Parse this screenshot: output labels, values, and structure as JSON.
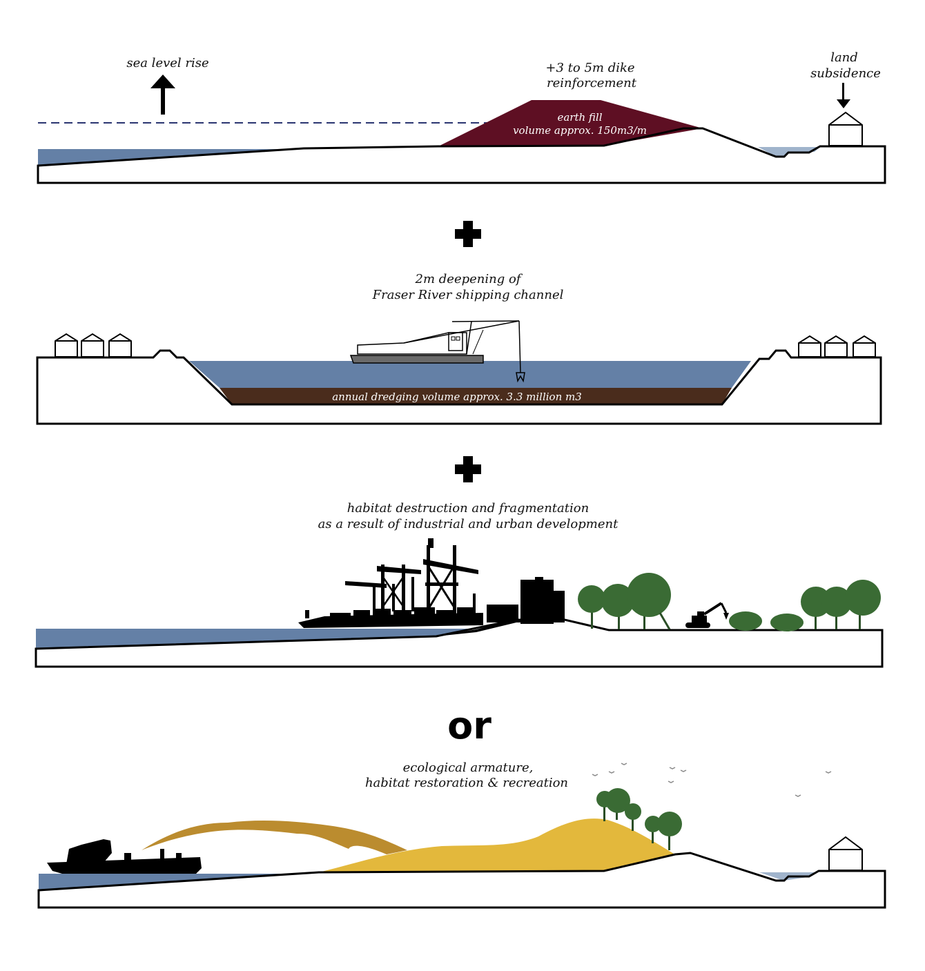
{
  "colors": {
    "water": "#6480a6",
    "water_light": "#a0b4cc",
    "dike_fill": "#5e0f23",
    "sediment": "#4a2c1c",
    "sand": "#e3b83c",
    "sand_spray": "#bb8c2f",
    "tree": "#3a6b34",
    "silhouette": "#000000",
    "dash": "#2a3470"
  },
  "panel1": {
    "sea_level_label": "sea level rise",
    "dike_label_line1": "+3 to 5m dike",
    "dike_label_line2": "reinforcement",
    "fill_label_line1": "earth fill",
    "fill_label_line2": "volume approx. 150m3/m",
    "subsidence_line1": "land",
    "subsidence_line2": "subsidence",
    "icons": [
      "arrow-up-icon",
      "arrow-down-icon",
      "house-icon"
    ]
  },
  "plus_symbol_1": "+",
  "panel2": {
    "title_line1": "2m deepening of",
    "title_line2": "Fraser River shipping channel",
    "dredge_label": "annual dredging volume approx. 3.3 million m3",
    "icons": [
      "dredge-crane-icon",
      "house-icon"
    ]
  },
  "plus_symbol_2": "+",
  "panel3": {
    "title_line1": "habitat destruction and fragmentation",
    "title_line2": "as a result of industrial and urban development",
    "icons": [
      "container-crane-icon",
      "cargo-ship-icon",
      "tree-icon",
      "excavator-icon"
    ]
  },
  "or_label": "or",
  "panel4": {
    "title_line1": "ecological armature,",
    "title_line2": "habitat restoration & recreation",
    "icons": [
      "ship-icon",
      "tree-icon",
      "bird-icon",
      "house-icon"
    ]
  }
}
